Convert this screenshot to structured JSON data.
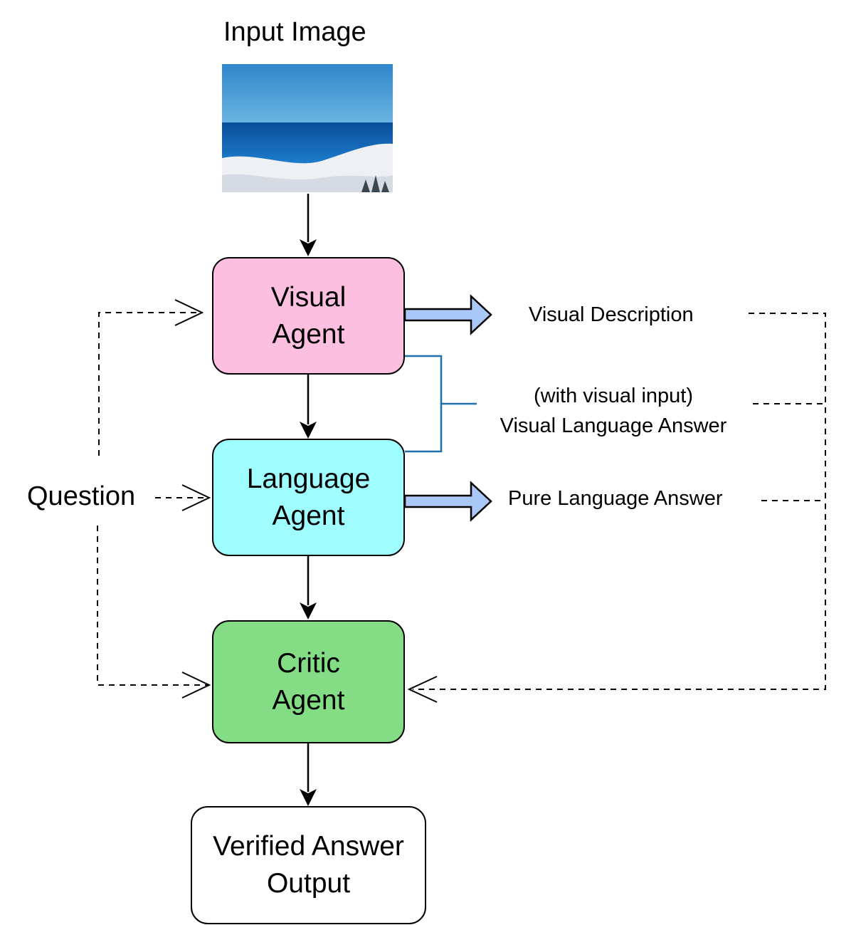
{
  "colors": {
    "visual_agent": "#fdbfe0",
    "language_agent": "#9ffdff",
    "critic_agent": "#84dd84",
    "output_box": "#ffffff",
    "block_arrow_fill": "#a9c7f7",
    "bracket_line": "#1f6fa8",
    "sky_top": "#2f86c9",
    "sea": "#0c5aa6",
    "snow": "#eef0f4"
  },
  "diagram": {
    "input_image": {
      "title": "Input Image",
      "icon": "beach-landscape-image"
    },
    "nodes": {
      "visual_agent": {
        "label": "Visual\nAgent"
      },
      "language_agent": {
        "label": "Language\nAgent"
      },
      "critic_agent": {
        "label": "Critic\nAgent"
      },
      "output": {
        "label": "Verified Answer\nOutput"
      }
    },
    "labels": {
      "question": "Question",
      "visual_description": "Visual Description",
      "visual_language_line1": "(with  visual input)",
      "visual_language_line2": "Visual Language Answer",
      "pure_language": "Pure Language Answer"
    },
    "edges": [
      {
        "from": "input_image",
        "to": "visual_agent",
        "style": "solid"
      },
      {
        "from": "visual_agent",
        "to": "language_agent",
        "style": "solid"
      },
      {
        "from": "language_agent",
        "to": "critic_agent",
        "style": "solid"
      },
      {
        "from": "critic_agent",
        "to": "output",
        "style": "solid"
      },
      {
        "from": "question",
        "to": "visual_agent",
        "style": "dashed"
      },
      {
        "from": "question",
        "to": "language_agent",
        "style": "dashed"
      },
      {
        "from": "question",
        "to": "critic_agent",
        "style": "dashed"
      },
      {
        "from": "visual_agent",
        "to": "visual_description",
        "style": "block"
      },
      {
        "from": "language_agent",
        "to": "pure_language",
        "style": "block"
      },
      {
        "from": "visual_description",
        "to": "critic_agent",
        "style": "dashed"
      },
      {
        "from": "visual_language",
        "to": "critic_agent",
        "style": "dashed"
      },
      {
        "from": "pure_language",
        "to": "critic_agent",
        "style": "dashed"
      }
    ]
  }
}
